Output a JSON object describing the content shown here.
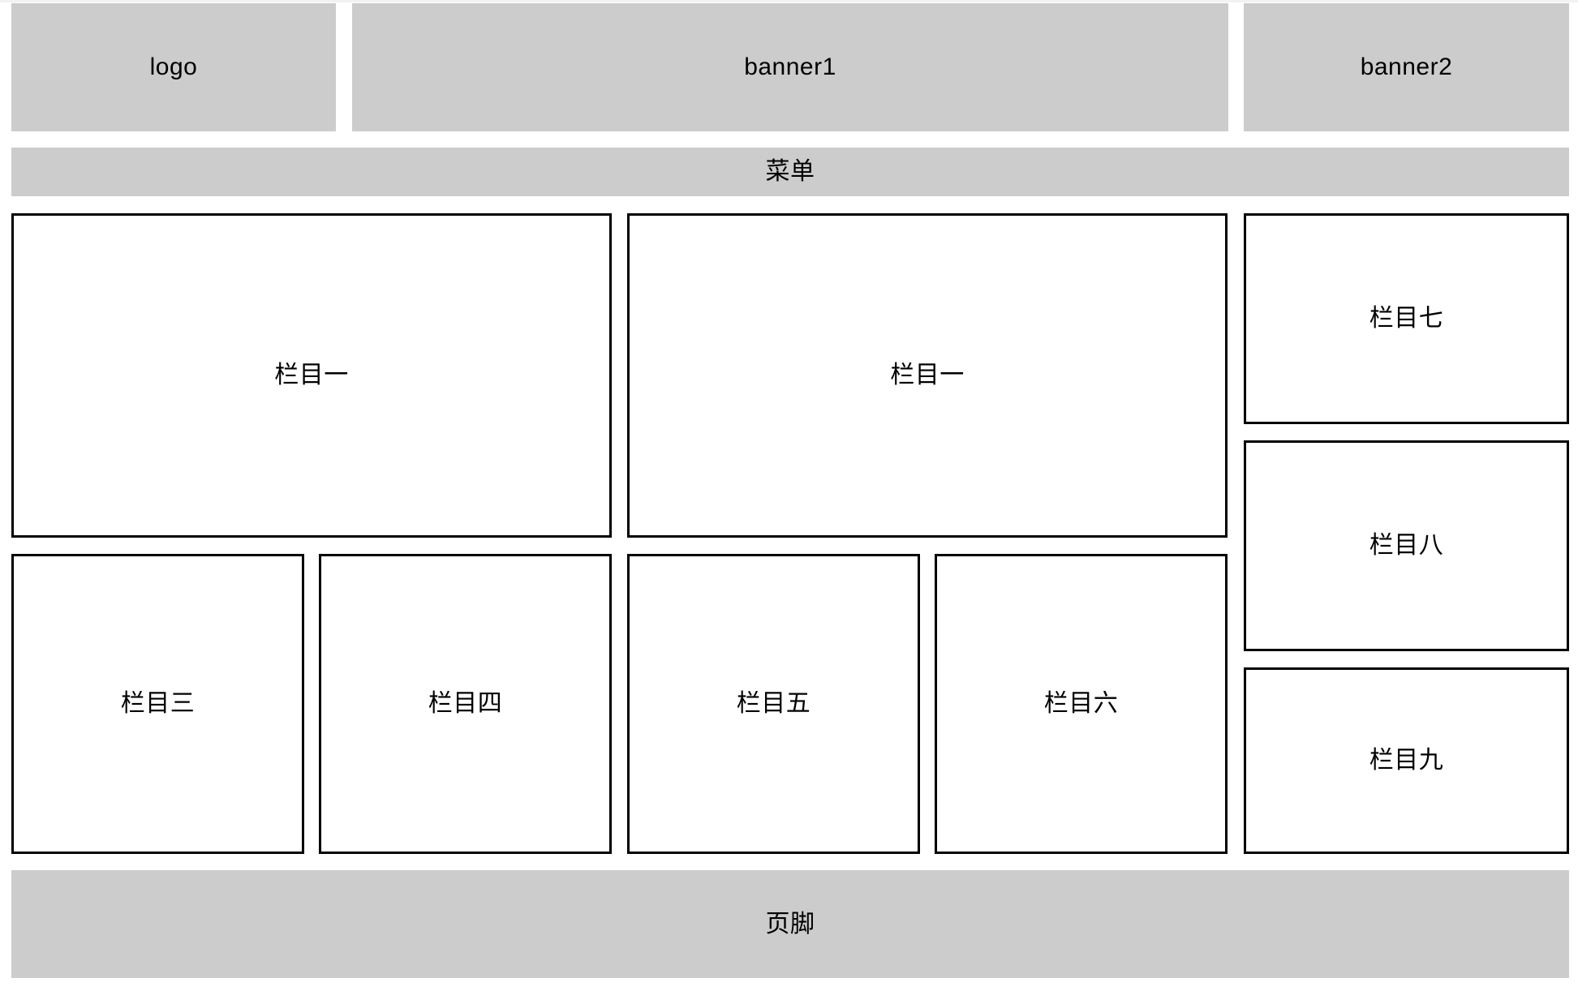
{
  "colors": {
    "placeholder_gray": "#cccccc",
    "frame_border": "#000000",
    "page_background": "#ffffff",
    "text": "#000000"
  },
  "header": {
    "logo_label": "logo",
    "banner1_label": "banner1",
    "banner2_label": "banner2"
  },
  "menu": {
    "label": "菜单"
  },
  "content": {
    "column_large_left": "栏目一",
    "column_large_mid": "栏目一",
    "column_three": "栏目三",
    "column_four": "栏目四",
    "column_five": "栏目五",
    "column_six": "栏目六",
    "sidebar_seven": "栏目七",
    "sidebar_eight": "栏目八",
    "sidebar_nine": "栏目九"
  },
  "footer": {
    "label": "页脚"
  }
}
